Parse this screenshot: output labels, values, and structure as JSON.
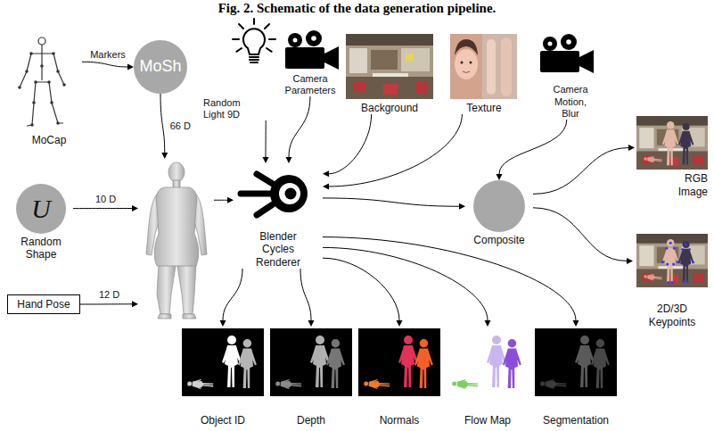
{
  "diagram": {
    "title": "Fig. 2. Schematic of the data generation pipeline.",
    "nodes": [
      {
        "text": [
          "MoCap"
        ]
      },
      {
        "text": [
          "MoSh"
        ]
      },
      {
        "text": [
          "Random Light 9D"
        ]
      },
      {
        "text": [
          "Camera Parameters"
        ]
      },
      {
        "text": [
          "Background"
        ]
      },
      {
        "text": [
          "Texture"
        ]
      },
      {
        "text": [
          "Camera Motion, Blur"
        ]
      },
      {
        "text": [
          "RGB Image"
        ]
      },
      {
        "text": [
          "U",
          "Random Shape"
        ]
      },
      {
        "text": []
      },
      {
        "text": [
          "Blender Cycles Renderer"
        ]
      },
      {
        "text": [
          "Composite"
        ]
      },
      {
        "text": [
          "2D/3D Keypoints"
        ]
      },
      {
        "text": [
          "Hand Pose"
        ]
      },
      {
        "text": [
          "Object ID"
        ]
      },
      {
        "text": [
          "Depth"
        ]
      },
      {
        "text": [
          "Normals"
        ]
      },
      {
        "text": [
          "Flow Map"
        ]
      },
      {
        "text": [
          "Segmentation"
        ]
      }
    ],
    "edges": [
      {
        "from": 0,
        "to": 1,
        "label": "Markers",
        "arrow": "to"
      },
      {
        "from": 1,
        "to": 9,
        "label": "66 D",
        "arrow": "to"
      },
      {
        "from": 8,
        "to": 9,
        "label": "10 D",
        "arrow": "to"
      },
      {
        "from": 13,
        "to": 9,
        "label": "12 D",
        "arrow": "to"
      },
      {
        "from": 9,
        "to": 10,
        "arrow": "to"
      },
      {
        "from": 2,
        "to": 10,
        "arrow": "to"
      },
      {
        "from": 3,
        "to": 10,
        "arrow": "to"
      },
      {
        "from": 4,
        "to": 10,
        "arrow": "to"
      },
      {
        "from": 5,
        "to": 10,
        "arrow": "to"
      },
      {
        "from": 10,
        "to": 11,
        "arrow": "to"
      },
      {
        "from": 6,
        "to": 11,
        "arrow": "to"
      },
      {
        "from": 11,
        "to": 7,
        "arrow": "to"
      },
      {
        "from": 11,
        "to": 12,
        "arrow": "to"
      },
      {
        "from": 10,
        "to": 14,
        "arrow": "to"
      },
      {
        "from": 10,
        "to": 15,
        "arrow": "to"
      },
      {
        "from": 10,
        "to": 16,
        "arrow": "to"
      },
      {
        "from": 10,
        "to": 17,
        "arrow": "to"
      },
      {
        "from": 10,
        "to": 18,
        "arrow": "to"
      }
    ]
  }
}
